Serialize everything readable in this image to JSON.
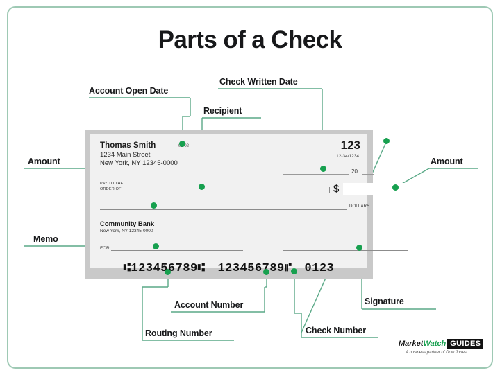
{
  "page": {
    "title": "Parts of a Check",
    "accent_green": "#17a04f",
    "line_green": "#5aa987",
    "frame_green": "#9ec9b4"
  },
  "check": {
    "payer_name": "Thomas Smith",
    "payer_address_line1": "1234 Main Street",
    "payer_address_line2": "New York, NY 12345-0000",
    "account_open_date": "01/02",
    "check_number": "123",
    "routing_fraction": "12-34/1234",
    "date_suffix": "20",
    "pay_to_the_line1": "PAY TO THE",
    "pay_to_the_line2": "ORDER OF",
    "dollar_symbol": "$",
    "amount_value": "",
    "dollars_word": "DOLLARS",
    "bank_name": "Community Bank",
    "bank_address": "New York, NY 12345-0000",
    "for_label": "FOR",
    "memo_value": "",
    "signature_value": "",
    "micr": {
      "routing": "⑆123456789⑆",
      "account": "123456789⑈",
      "check_no": "0123"
    }
  },
  "labels": {
    "account_open_date": "Account Open Date",
    "check_written_date": "Check Written Date",
    "recipient": "Recipient",
    "amount_left": "Amount",
    "amount_right": "Amount",
    "memo": "Memo",
    "account_number": "Account Number",
    "routing_number": "Routing Number",
    "check_number": "Check Number",
    "signature": "Signature"
  },
  "logo": {
    "market": "Market",
    "watch": "Watch",
    "guides": "GUIDES",
    "tagline": "A business partner of Dow Jones"
  }
}
